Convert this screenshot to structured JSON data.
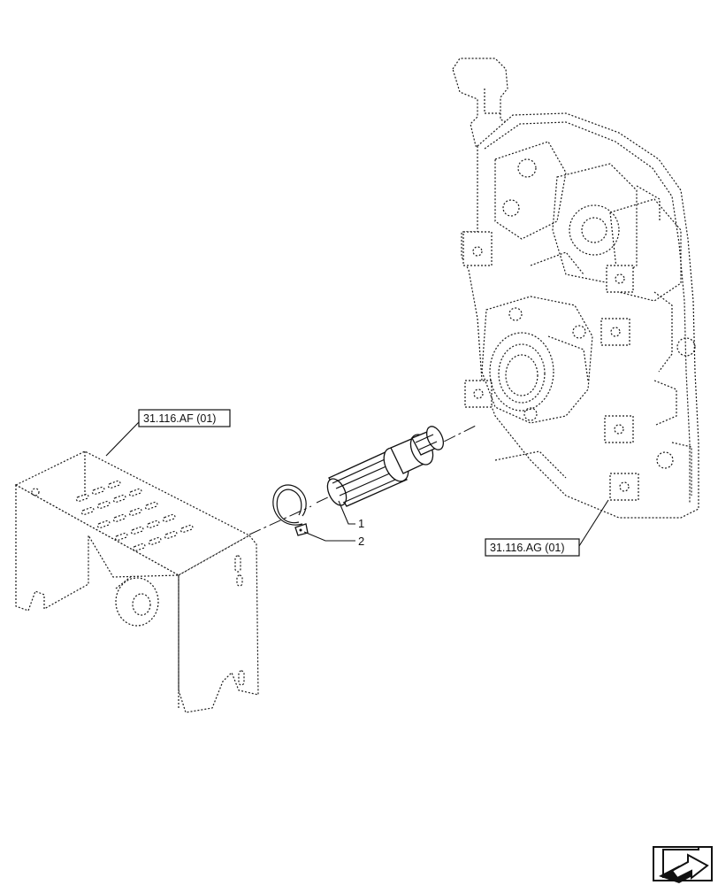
{
  "references": {
    "left_ref": "31.116.AF (01)",
    "right_ref": "31.116.AG (01)"
  },
  "callouts": [
    {
      "number": "1",
      "part": "shaft"
    },
    {
      "number": "2",
      "part": "snap-ring"
    }
  ],
  "nav_icon": "next-page-arrow-icon"
}
